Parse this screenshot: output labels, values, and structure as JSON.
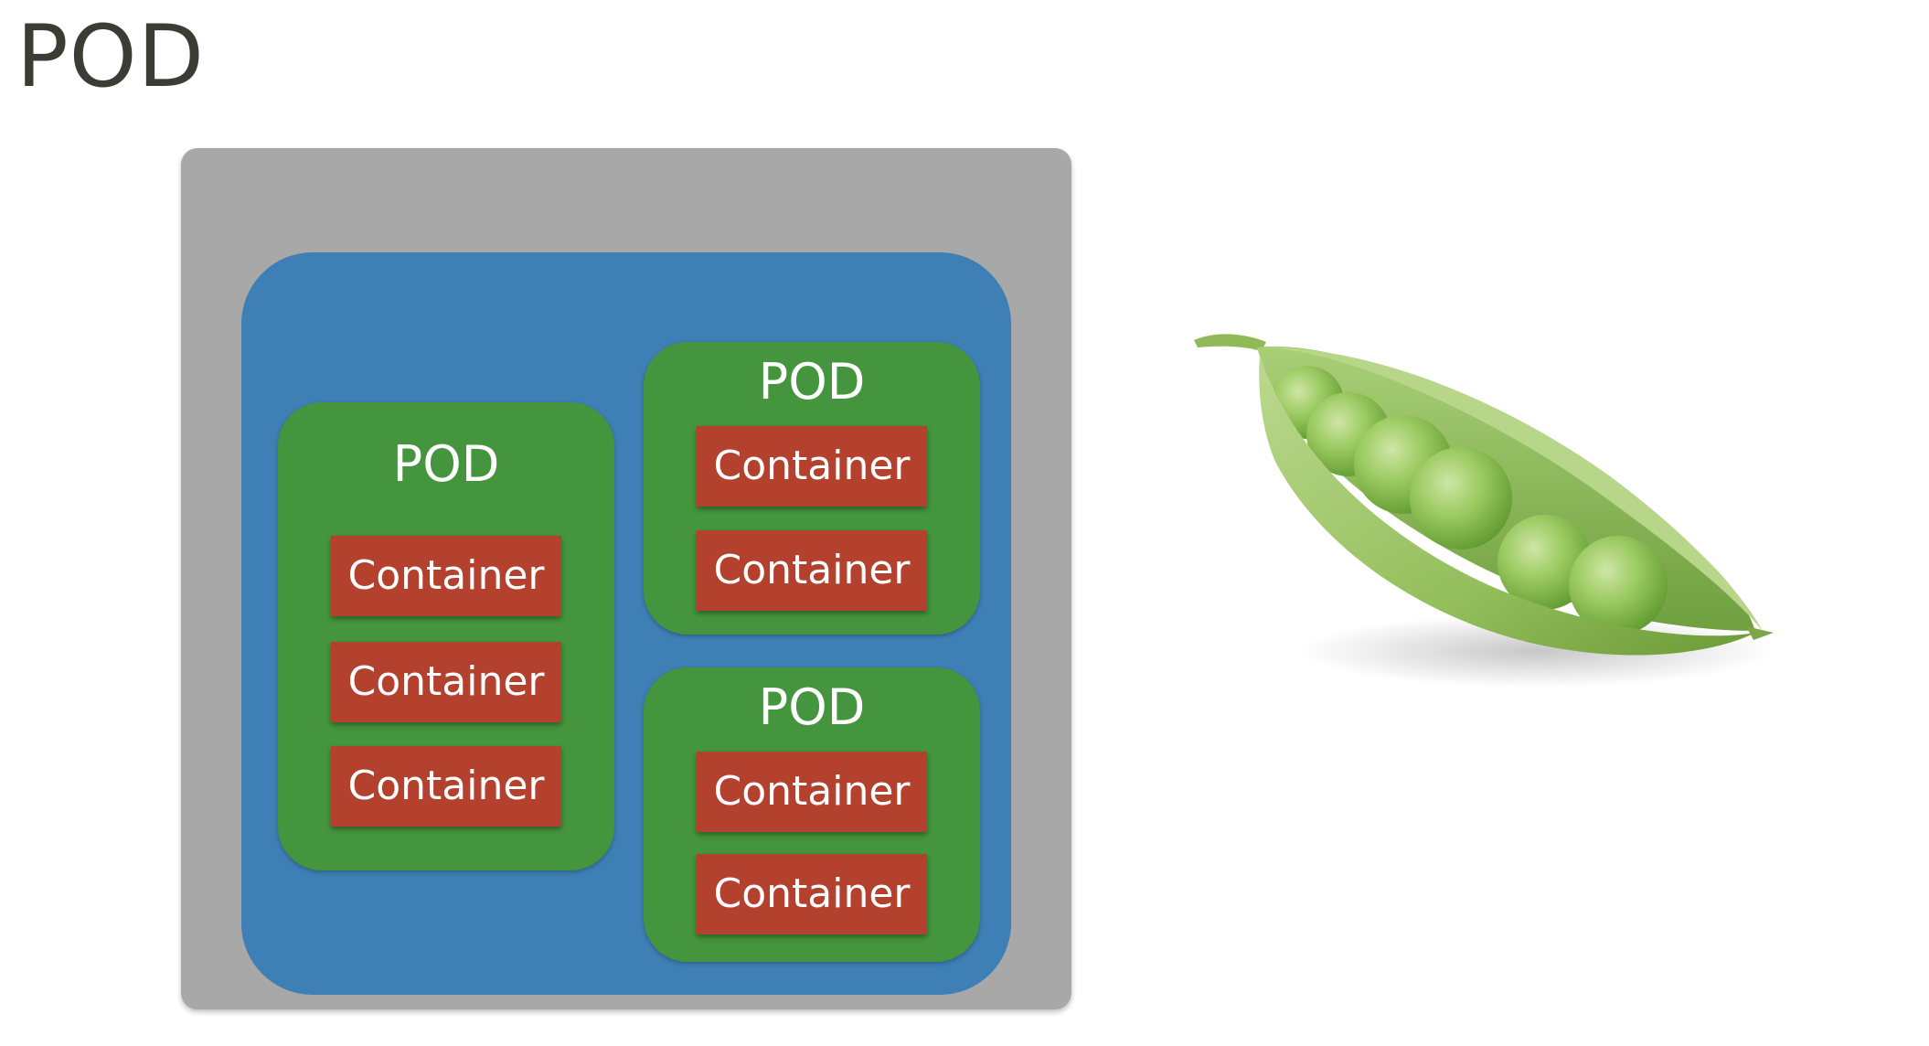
{
  "title": "POD",
  "diagram": {
    "pods": [
      {
        "label": "POD",
        "containers": [
          "Container",
          "Container",
          "Container"
        ]
      },
      {
        "label": "POD",
        "containers": [
          "Container",
          "Container"
        ]
      },
      {
        "label": "POD",
        "containers": [
          "Container",
          "Container"
        ]
      }
    ]
  },
  "colors": {
    "node": "#a8a8a8",
    "cluster": "#3e7fb5",
    "pod": "#44953d",
    "container": "#b3412e",
    "text": "#ffffff",
    "title": "#3c3c35"
  },
  "illustration": {
    "icon": "pea-pod-icon"
  }
}
